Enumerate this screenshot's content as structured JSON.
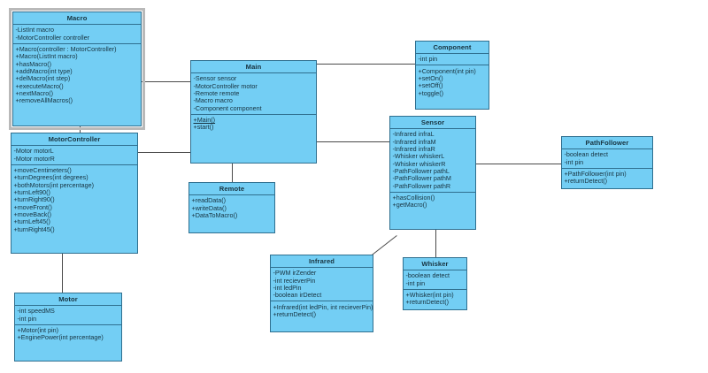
{
  "diagram": {
    "title": "UML Class Diagram",
    "colors": {
      "class_fill": "#73cef4",
      "class_border": "#2f6f8f",
      "link": "#4a4a4a",
      "selection": "#b9b9b9",
      "canvas": "#ffffff"
    }
  },
  "classes": [
    {
      "id": "macro",
      "name": "Macro",
      "selected": true,
      "attributes": [
        "-ListInt macro",
        "-MotorController controller"
      ],
      "operations": [
        {
          "text": "+Macro(controller : MotorController)",
          "static": false
        },
        {
          "text": "+Macro(ListInt macro)",
          "static": false
        },
        {
          "text": "+hasMacro()",
          "static": false
        },
        {
          "text": "+addMacro(int type)",
          "static": false
        },
        {
          "text": "+delMacro(int step)",
          "static": false
        },
        {
          "text": "+executeMacro()",
          "static": false
        },
        {
          "text": "+nextMacro()",
          "static": false
        },
        {
          "text": "+removeAllMacros()",
          "static": false
        }
      ]
    },
    {
      "id": "motorcontroller",
      "name": "MotorController",
      "selected": false,
      "attributes": [
        "-Motor motorL",
        "-Motor motorR"
      ],
      "operations": [
        {
          "text": "+moveCentimeters()",
          "static": false
        },
        {
          "text": "+turnDegrees(int degrees)",
          "static": false
        },
        {
          "text": "+bothMotors(int percentage)",
          "static": false
        },
        {
          "text": "+turnLeft90()",
          "static": false
        },
        {
          "text": "+turnRight90()",
          "static": false
        },
        {
          "text": "+moveFront()",
          "static": false
        },
        {
          "text": "+moveBack()",
          "static": false
        },
        {
          "text": "+turnLeft45()",
          "static": false
        },
        {
          "text": "+turnRight45()",
          "static": false
        }
      ]
    },
    {
      "id": "motor",
      "name": "Motor",
      "selected": false,
      "attributes": [
        "-int speedMS",
        "-int pin"
      ],
      "operations": [
        {
          "text": "+Motor(int pin)",
          "static": false
        },
        {
          "text": "+EnginePower(int percentage)",
          "static": false
        }
      ]
    },
    {
      "id": "main",
      "name": "Main",
      "selected": false,
      "attributes": [
        "-Sensor sensor",
        "-MotorController motor",
        "-Remote remote",
        "-Macro macro",
        "-Component component"
      ],
      "operations": [
        {
          "text": "+Main()",
          "static": true
        },
        {
          "text": "+start()",
          "static": false
        }
      ]
    },
    {
      "id": "remote",
      "name": "Remote",
      "selected": false,
      "attributes": [],
      "operations": [
        {
          "text": "+readData()",
          "static": false
        },
        {
          "text": "+writeData()",
          "static": false
        },
        {
          "text": "+DataToMacro()",
          "static": false
        }
      ]
    },
    {
      "id": "component",
      "name": "Component",
      "selected": false,
      "attributes": [
        "-int pin"
      ],
      "operations": [
        {
          "text": "+Component(int pin)",
          "static": false
        },
        {
          "text": "+setOn()",
          "static": false
        },
        {
          "text": "+setOff()",
          "static": false
        },
        {
          "text": "+toggle()",
          "static": false
        }
      ]
    },
    {
      "id": "sensor",
      "name": "Sensor",
      "selected": false,
      "attributes": [
        "-Infrared infraL",
        "-Infrared infraM",
        "-Infrared infraR",
        "-Whisker whiskerL",
        "-Whisker whiskerR",
        "-PathFollower pathL",
        "-PathFollower pathM",
        "-PathFollower pathR"
      ],
      "operations": [
        {
          "text": "+hasCollision()",
          "static": false
        },
        {
          "text": "+getMacro()",
          "static": false
        }
      ]
    },
    {
      "id": "pathfollower",
      "name": "PathFollower",
      "selected": false,
      "attributes": [
        "-boolean detect",
        "-int pin"
      ],
      "operations": [
        {
          "text": "+PathFollower(int pin)",
          "static": false
        },
        {
          "text": "+returnDetect()",
          "static": false
        }
      ]
    },
    {
      "id": "infrared",
      "name": "Infrared",
      "selected": false,
      "attributes": [
        "-PWM irZender",
        "-int recieverPin",
        "-int ledPin",
        "-boolean irDetect"
      ],
      "operations": [
        {
          "text": "+Infrared(int ledPin, int recieverPin)",
          "static": false
        },
        {
          "text": "+returnDetect()",
          "static": false
        }
      ]
    },
    {
      "id": "whisker",
      "name": "Whisker",
      "selected": false,
      "attributes": [
        "-boolean detect",
        "-int pin"
      ],
      "operations": [
        {
          "text": "+Whisker(int pin)",
          "static": false
        },
        {
          "text": "+returnDetect()",
          "static": false
        }
      ]
    }
  ]
}
